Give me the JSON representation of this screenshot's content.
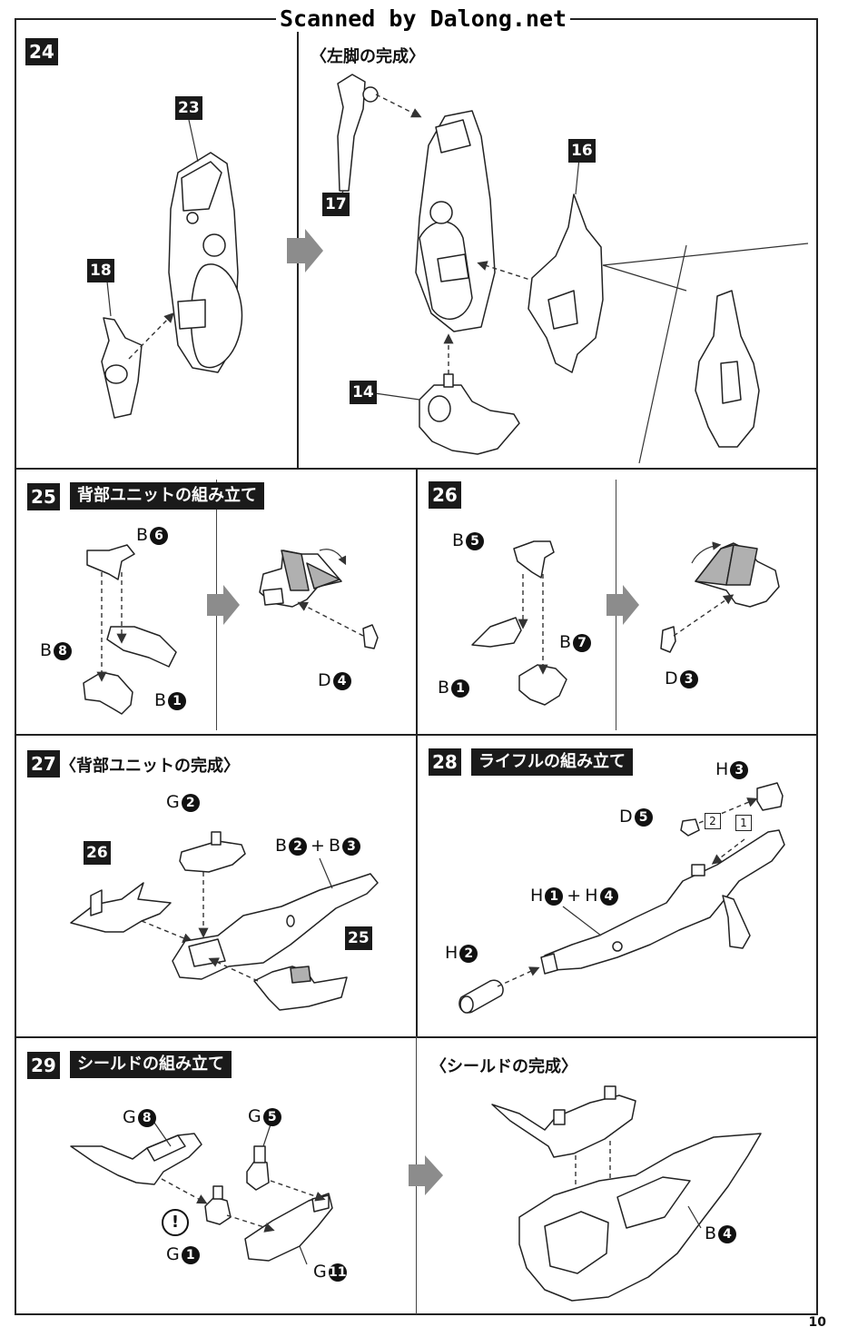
{
  "header": {
    "watermark": "Scanned by Dalong.net"
  },
  "steps": {
    "s24": {
      "number": "24",
      "parts": {
        "p23": "23",
        "p18": "18",
        "p17": "17",
        "p16": "16",
        "p14": "14"
      },
      "completion_title": "〈左脚の完成〉"
    },
    "s25": {
      "number": "25",
      "title": "背部ユニットの組み立て",
      "labels": {
        "b6": "B",
        "b6n": "6",
        "b8": "B",
        "b8n": "8",
        "b1": "B",
        "b1n": "1",
        "d4": "D",
        "d4n": "4"
      }
    },
    "s26": {
      "number": "26",
      "labels": {
        "b5": "B",
        "b5n": "5",
        "b7": "B",
        "b7n": "7",
        "b1": "B",
        "b1n": "1",
        "d3": "D",
        "d3n": "3"
      }
    },
    "s27": {
      "number": "27",
      "title": "〈背部ユニットの完成〉",
      "parts": {
        "p26": "26",
        "p25": "25"
      },
      "labels": {
        "g2": "G",
        "g2n": "2",
        "b2": "B",
        "b2n": "2",
        "plus": "+",
        "b3": "B",
        "b3n": "3"
      }
    },
    "s28": {
      "number": "28",
      "title": "ライフルの組み立て",
      "labels": {
        "h3": "H",
        "h3n": "3",
        "d5": "D",
        "d5n": "5",
        "h1": "H",
        "h1n": "1",
        "plus": "+",
        "h4": "H",
        "h4n": "4",
        "h2": "H",
        "h2n": "2"
      },
      "order": {
        "first": "1",
        "second": "2"
      }
    },
    "s29": {
      "number": "29",
      "title": "シールドの組み立て",
      "completion_title": "〈シールドの完成〉",
      "caution": "!",
      "labels": {
        "g8": "G",
        "g8n": "8",
        "g5": "G",
        "g5n": "5",
        "g1": "G",
        "g1n": "1",
        "g11": "G",
        "g11n": "11",
        "b4": "B",
        "b4n": "4"
      }
    }
  },
  "footer": {
    "page_number": "10"
  }
}
